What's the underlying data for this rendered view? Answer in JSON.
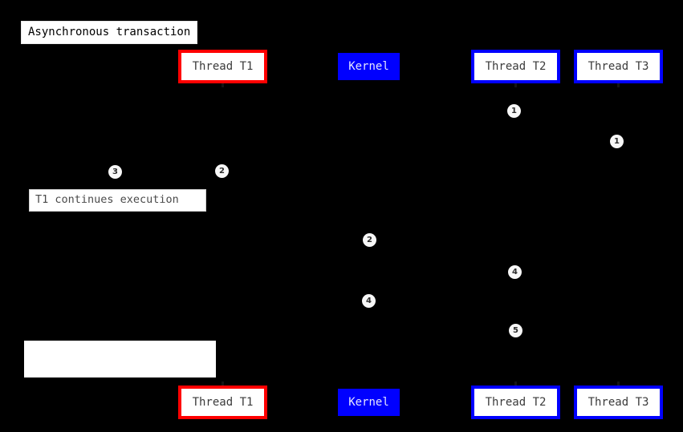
{
  "diagram": {
    "title": "Asynchronous transaction",
    "background_color": "#000000",
    "type": "uml-sequence-diagram"
  },
  "colors": {
    "background": "#000000",
    "thread_t1_border": "#ff0000",
    "kernel_fill": "#0000ff",
    "thread_t2_border": "#0000ff",
    "thread_t3_border": "#0000ff",
    "box_fill": "#ffffff",
    "badge_fill": "#f7f7f7",
    "badge_text": "#2b2b2b"
  },
  "lifelines": {
    "top": [
      {
        "label": "Thread T1",
        "style": "red"
      },
      {
        "label": "Kernel",
        "style": "blue-fill"
      },
      {
        "label": "Thread T2",
        "style": "blue-outline"
      },
      {
        "label": "Thread T3",
        "style": "blue-outline"
      }
    ],
    "bottom": [
      {
        "label": "Thread T1",
        "style": "red"
      },
      {
        "label": "Kernel",
        "style": "blue-fill"
      },
      {
        "label": "Thread T2",
        "style": "blue-outline"
      },
      {
        "label": "Thread T3",
        "style": "blue-outline"
      }
    ]
  },
  "notes": [
    {
      "text": "T1 continues execution"
    },
    {
      "text": ""
    }
  ],
  "step_badges": [
    {
      "number": "1"
    },
    {
      "number": "1"
    },
    {
      "number": "3"
    },
    {
      "number": "2"
    },
    {
      "number": "2"
    },
    {
      "number": "4"
    },
    {
      "number": "4"
    },
    {
      "number": "5"
    }
  ]
}
